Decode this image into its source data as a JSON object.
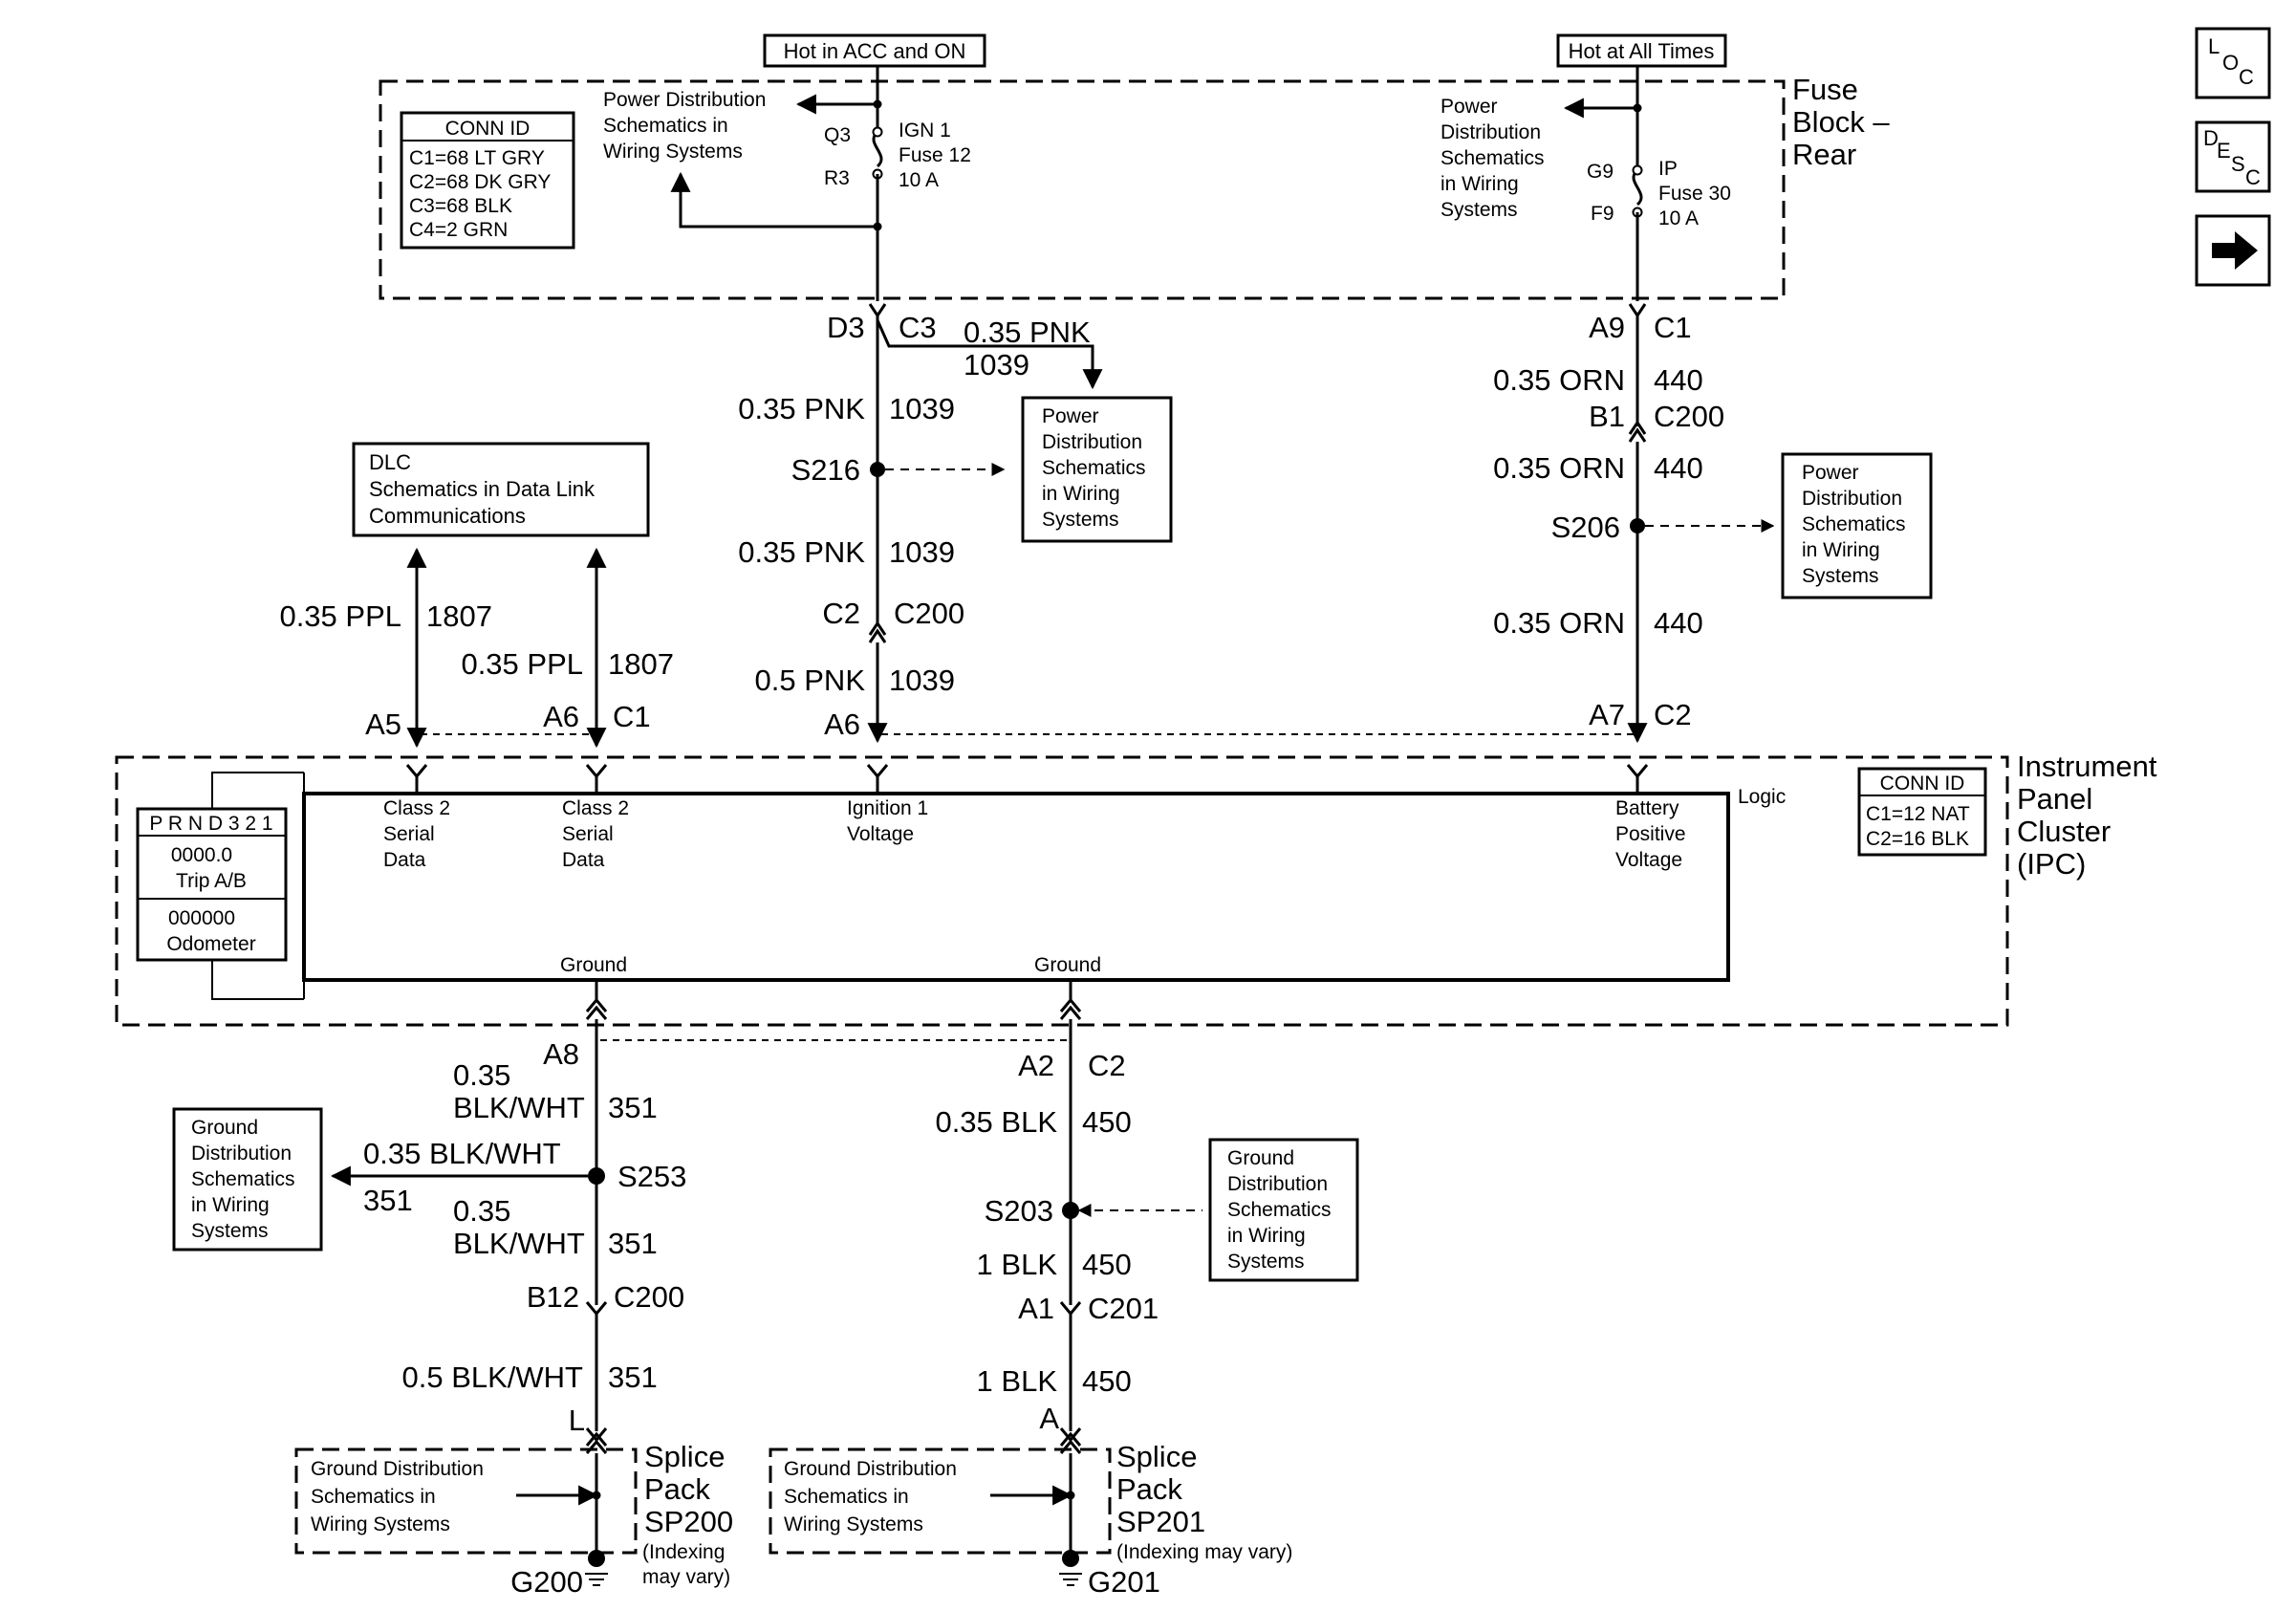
{
  "top_labels": {
    "hot_acc_on": "Hot in ACC and ON",
    "hot_all_times": "Hot at All Times"
  },
  "fuse_block": {
    "title_1": "Fuse",
    "title_2": "Block –",
    "title_3": "Rear",
    "conn_id": {
      "header": "CONN ID",
      "lines": [
        "C1=68 LT GRY",
        "C2=68 DK GRY",
        "C3=68 BLK",
        "C4=2 GRN"
      ]
    },
    "pd_left": [
      "Power Distribution",
      "Schematics in",
      "Wiring Systems"
    ],
    "pd_right": [
      "Power",
      "Distribution",
      "Schematics",
      "in Wiring",
      "Systems"
    ],
    "q3": "Q3",
    "r3": "R3",
    "ign_fuse": [
      "IGN 1",
      "Fuse 12",
      "10 A"
    ],
    "g9": "G9",
    "f9": "F9",
    "ip_fuse": [
      "IP",
      "Fuse 30",
      "10 A"
    ]
  },
  "pnk_circuit": {
    "d3": "D3",
    "c3": "C3",
    "branch_wire": "0.35 PNK",
    "branch_num": "1039",
    "pd_box": [
      "Power",
      "Distribution",
      "Schematics",
      "in Wiring",
      "Systems"
    ],
    "seg1_wire": "0.35 PNK",
    "seg1_num": "1039",
    "splice": "S216",
    "seg2_wire": "0.35 PNK",
    "seg2_num": "1039",
    "c2": "C2",
    "c200": "C200",
    "seg3_wire": "0.5 PNK",
    "seg3_num": "1039",
    "a6": "A6"
  },
  "orn_circuit": {
    "a9": "A9",
    "c1": "C1",
    "seg1_wire": "0.35 ORN",
    "seg1_num": "440",
    "b1": "B1",
    "c200": "C200",
    "seg2_wire": "0.35 ORN",
    "seg2_num": "440",
    "splice": "S206",
    "pd_box": [
      "Power",
      "Distribution",
      "Schematics",
      "in Wiring",
      "Systems"
    ],
    "seg3_wire": "0.35 ORN",
    "seg3_num": "440",
    "a7": "A7",
    "c2": "C2"
  },
  "dlc": {
    "box": [
      "DLC",
      "Schematics in Data Link",
      "Communications"
    ],
    "wire1": "0.35 PPL",
    "num1": "1807",
    "wire2": "0.35 PPL",
    "num2": "1807",
    "a5": "A5",
    "a6": "A6",
    "c1": "C1"
  },
  "ipc": {
    "title": [
      "Instrument",
      "Panel",
      "Cluster",
      "(IPC)"
    ],
    "conn_id": {
      "header": "CONN ID",
      "lines": [
        "C1=12 NAT",
        "C2=16 BLK"
      ]
    },
    "logic": "Logic",
    "prnd": "P R N D 3 2 1",
    "trip_value": "0000.0",
    "trip_label": "Trip A/B",
    "odo_value": "000000",
    "odo_label": "Odometer",
    "pins": {
      "class2_a": [
        "Class 2",
        "Serial",
        "Data"
      ],
      "class2_b": [
        "Class 2",
        "Serial",
        "Data"
      ],
      "ignition": [
        "Ignition 1",
        "Voltage"
      ],
      "battery": [
        "Battery",
        "Positive",
        "Voltage"
      ],
      "ground_a": "Ground",
      "ground_b": "Ground"
    }
  },
  "ground_left": {
    "a8": "A8",
    "seg1_wire_1": "0.35",
    "seg1_wire_2": "BLK/WHT",
    "seg1_num": "351",
    "branch_wire": "0.35 BLK/WHT",
    "branch_num": "351",
    "splice": "S253",
    "gd_box": [
      "Ground",
      "Distribution",
      "Schematics",
      "in Wiring",
      "Systems"
    ],
    "seg2_wire_1": "0.35",
    "seg2_wire_2": "BLK/WHT",
    "seg2_num": "351",
    "b12": "B12",
    "c200": "C200",
    "seg3_wire": "0.5 BLK/WHT",
    "seg3_num": "351",
    "l": "L",
    "sp_box": [
      "Ground Distribution",
      "Schematics in",
      "Wiring Systems"
    ],
    "sp_title": [
      "Splice",
      "Pack",
      "SP200"
    ],
    "sp_note": [
      "(Indexing",
      "may vary)"
    ],
    "ground": "G200"
  },
  "ground_right": {
    "a2": "A2",
    "c2": "C2",
    "seg1_wire": "0.35 BLK",
    "seg1_num": "450",
    "splice": "S203",
    "gd_box": [
      "Ground",
      "Distribution",
      "Schematics",
      "in Wiring",
      "Systems"
    ],
    "seg2_wire": "1 BLK",
    "seg2_num": "450",
    "a1": "A1",
    "c201": "C201",
    "seg3_wire": "1 BLK",
    "seg3_num": "450",
    "a": "A",
    "sp_box": [
      "Ground Distribution",
      "Schematics in",
      "Wiring Systems"
    ],
    "sp_title": [
      "Splice",
      "Pack",
      "SP201"
    ],
    "sp_note": "(Indexing may vary)",
    "ground": "G201"
  },
  "nav": {
    "loc": [
      "L",
      "O",
      "C"
    ],
    "desc": [
      "D",
      "E",
      "S",
      "C"
    ],
    "next_icon": "arrow-right-icon"
  }
}
